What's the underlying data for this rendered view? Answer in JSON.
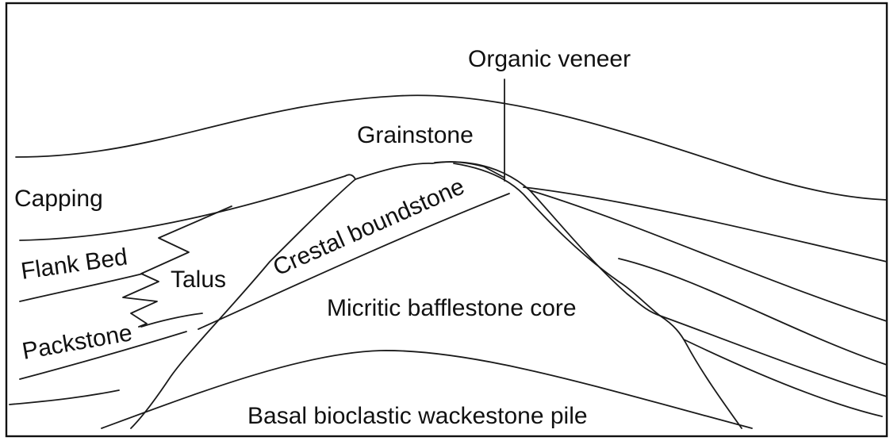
{
  "labels": {
    "organic_veneer": "Organic veneer",
    "grainstone": "Grainstone",
    "capping": "Capping",
    "flank_bed": "Flank Bed",
    "talus": "Talus",
    "crestal_boundstone": "Crestal boundstone",
    "packstone": "Packstone",
    "micritic_core": "Micritic bafflestone core",
    "basal_pile": "Basal bioclastic wackestone pile"
  }
}
